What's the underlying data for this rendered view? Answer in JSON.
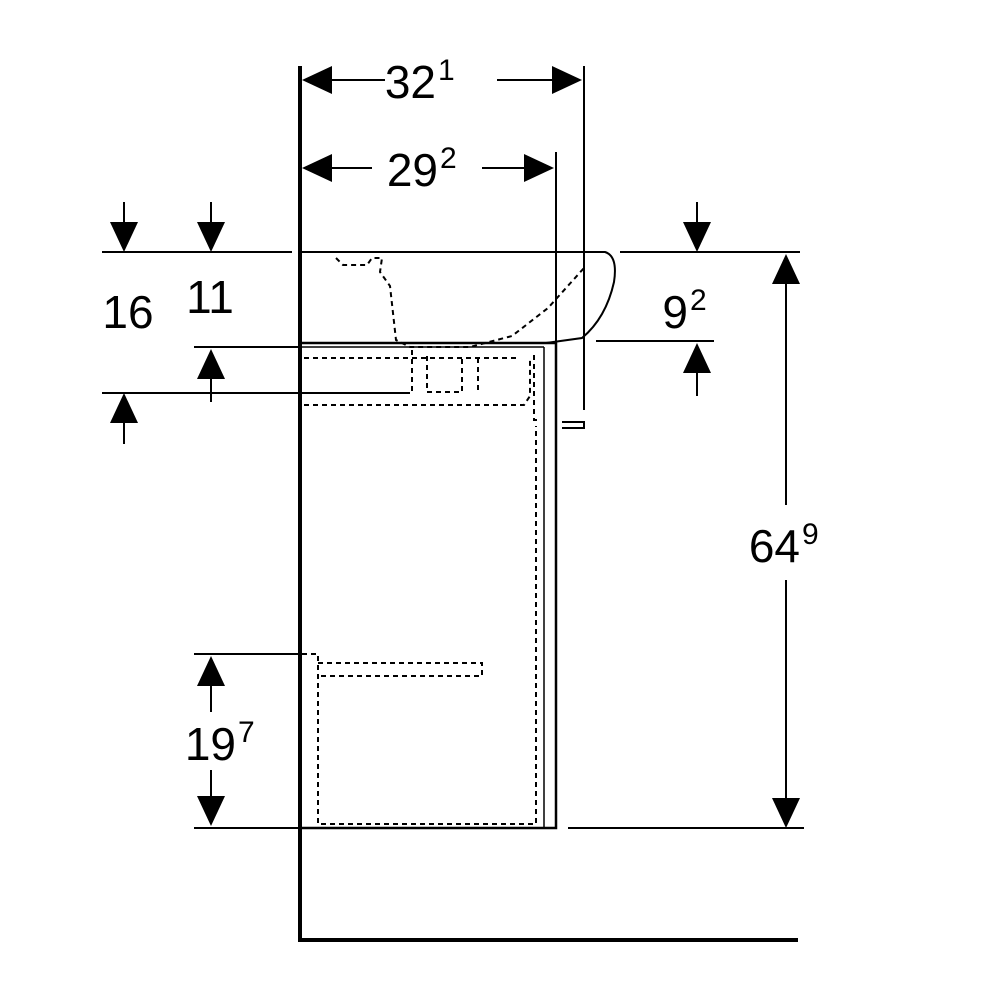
{
  "dimensions": {
    "overall_depth": {
      "main": "32",
      "sup": "1"
    },
    "inner_depth": {
      "main": "29",
      "sup": "2"
    },
    "basin_height_left": {
      "main": "16"
    },
    "basin_offset": {
      "main": "11"
    },
    "rim_height": {
      "main": "9",
      "sup": "2"
    },
    "total_height": {
      "main": "64",
      "sup": "9"
    },
    "shelf_height": {
      "main": "19",
      "sup": "7"
    }
  }
}
